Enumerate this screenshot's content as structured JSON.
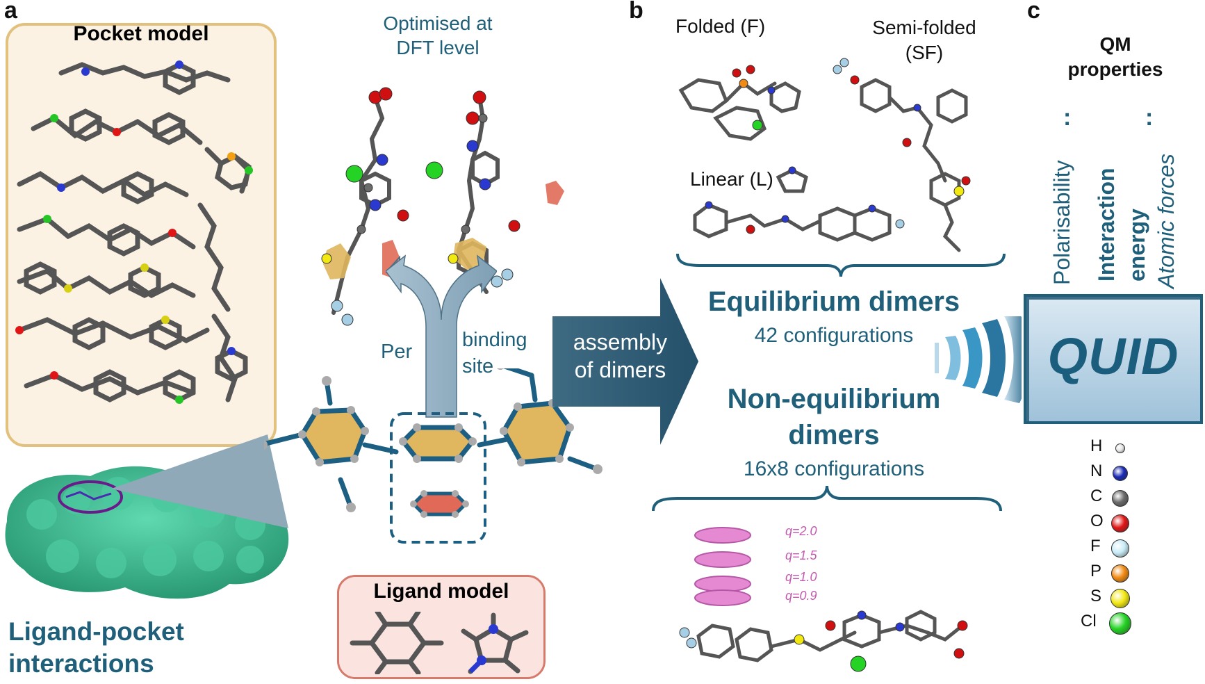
{
  "panels": {
    "a": "a",
    "b": "b",
    "c": "c"
  },
  "pocket_model": {
    "title": "Pocket model"
  },
  "ligand_pocket": {
    "line1": "Ligand-pocket",
    "line2": "interactions"
  },
  "optimised": {
    "line1": "Optimised at",
    "line2": "DFT level"
  },
  "per_binding": {
    "per": "Per",
    "binding": "binding",
    "site": "site"
  },
  "ligand_model": {
    "title": "Ligand model"
  },
  "assembly": {
    "line1": "assembly",
    "line2": "of dimers"
  },
  "conformers": {
    "folded": "Folded (F)",
    "semi_line1": "Semi-folded",
    "semi_line2": "(SF)",
    "linear": "Linear (L)"
  },
  "equilibrium": {
    "title": "Equilibrium dimers",
    "count": "42 configurations"
  },
  "non_equilibrium": {
    "line1": "Non-equilibrium",
    "line2": "dimers",
    "count": "16x8 configurations"
  },
  "q_labels": [
    "q=2.0",
    "q=1.5",
    "q=1.0",
    "q=0.9"
  ],
  "qm": {
    "title_line1": "QM",
    "title_line2": "properties",
    "dots1": ":",
    "dots2": ":",
    "polarisability": "Polarisability",
    "interaction_line1": "Interaction",
    "interaction_line2": "energy",
    "forces": "Atomic forces"
  },
  "quid": {
    "label": "QUID"
  },
  "legend": [
    {
      "symbol": "H",
      "color": "#e6e6e6"
    },
    {
      "symbol": "N",
      "color": "#1a2bb5"
    },
    {
      "symbol": "C",
      "color": "#6b6b6b"
    },
    {
      "symbol": "O",
      "color": "#e01616"
    },
    {
      "symbol": "F",
      "color": "#c9ecf7"
    },
    {
      "symbol": "P",
      "color": "#f08a12"
    },
    {
      "symbol": "S",
      "color": "#f2e812"
    },
    {
      "symbol": "Cl",
      "color": "#24d324"
    }
  ],
  "colors": {
    "teal": "#1f5f7a",
    "ring_gold": "#e0b65e",
    "ring_red": "#e06a57",
    "protein": "#3fbf95"
  }
}
